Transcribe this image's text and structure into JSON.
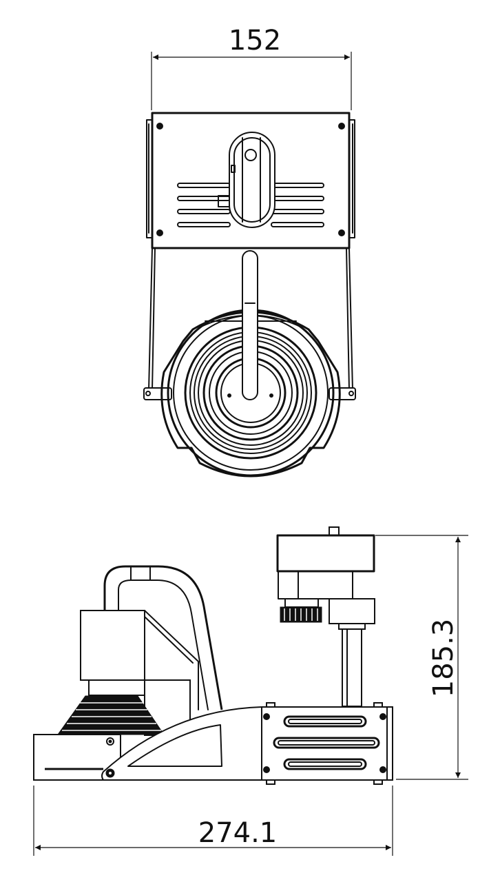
{
  "dimensions": {
    "front_width": "152",
    "side_height": "185.3",
    "side_length": "274.1"
  }
}
